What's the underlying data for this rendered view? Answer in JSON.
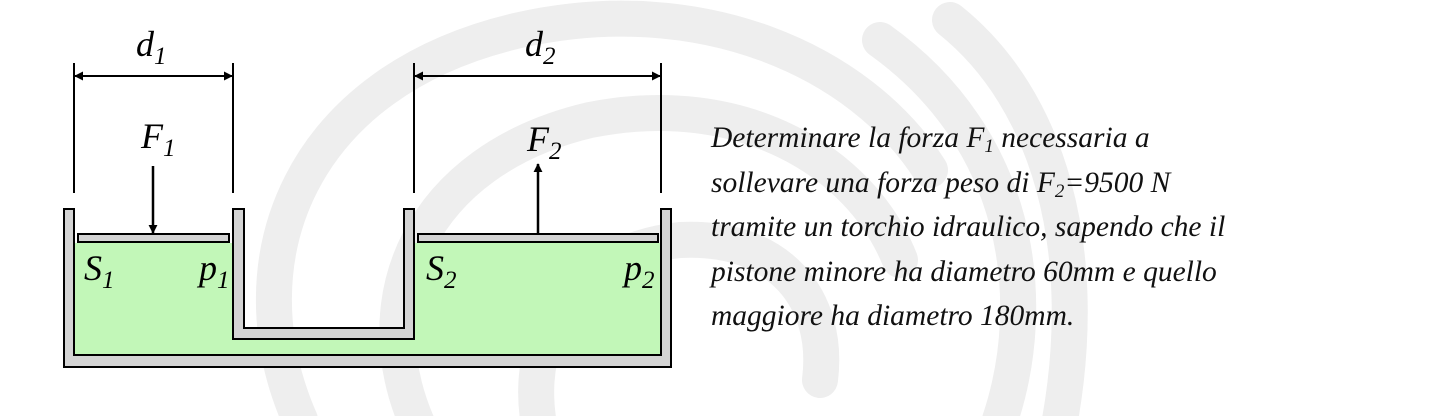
{
  "colors": {
    "fluid": "#c2f7b8",
    "wall_fill": "#d4d4d4",
    "line": "#000000",
    "watermark": "#eeeeee"
  },
  "labels": {
    "d1": {
      "main": "d",
      "sub": "1"
    },
    "d2": {
      "main": "d",
      "sub": "2"
    },
    "F1": {
      "main": "F",
      "sub": "1"
    },
    "F2": {
      "main": "F",
      "sub": "2"
    },
    "S1": {
      "main": "S",
      "sub": "1"
    },
    "S2": {
      "main": "S",
      "sub": "2"
    },
    "p1": {
      "main": "p",
      "sub": "1"
    },
    "p2": {
      "main": "p",
      "sub": "2"
    }
  },
  "problem": {
    "line1_a": "Determinare la forza F",
    "line1_sub": "1",
    "line1_b": " necessaria a",
    "line2_a": "sollevare una forza peso di F",
    "line2_sub": "2",
    "line2_b": "=9500 N",
    "line3": "tramite un torchio idraulico, sapendo che il",
    "line4": "pistone minore ha diametro 60mm e quello",
    "line5": "maggiore ha diametro 180mm."
  }
}
